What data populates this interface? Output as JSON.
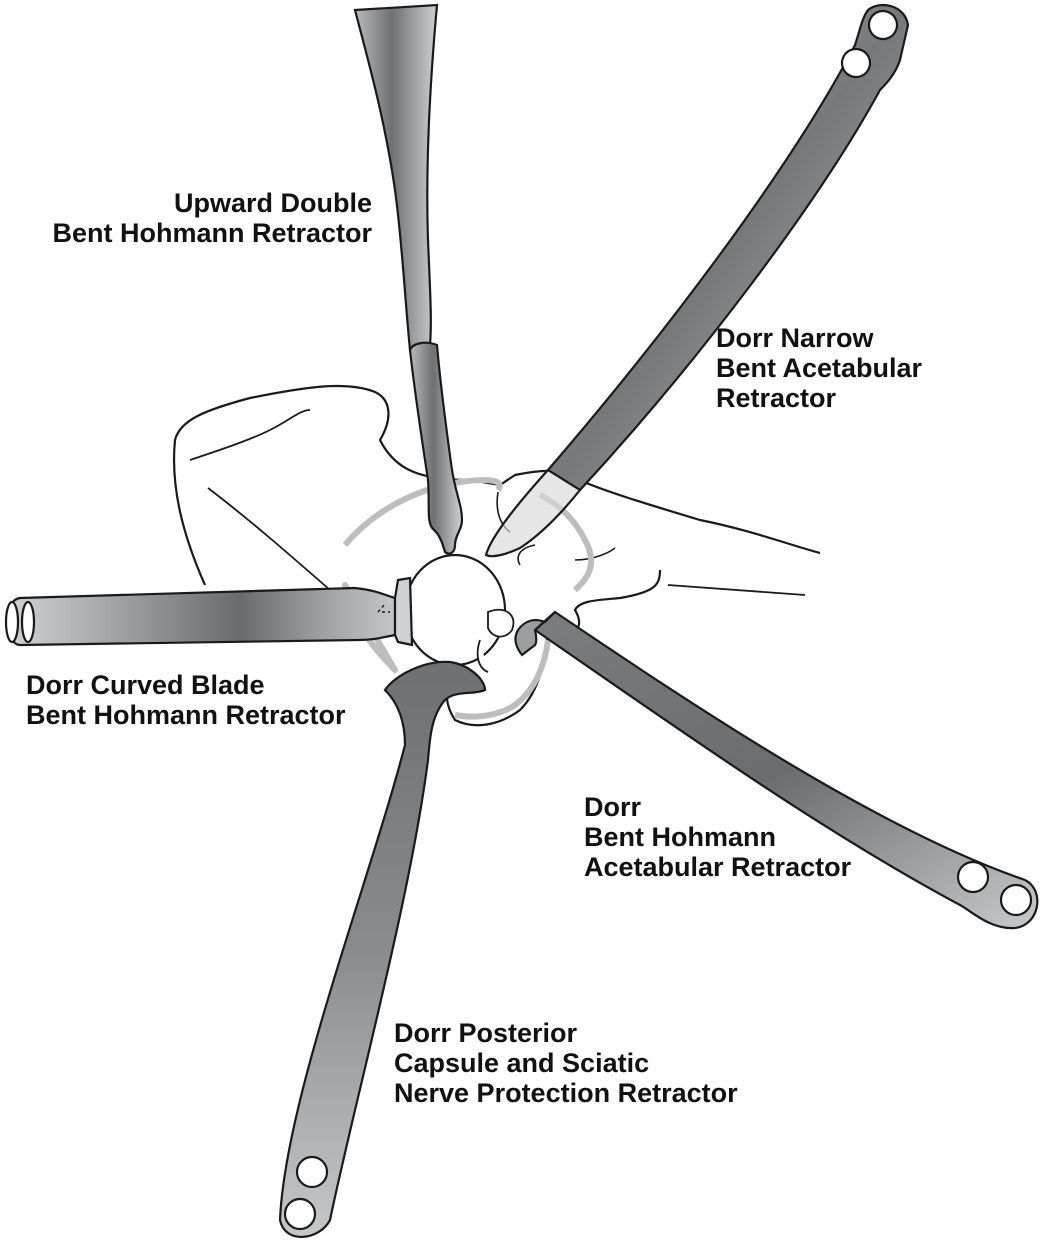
{
  "colors": {
    "outline": "#1a1a1a",
    "metal_dark": "#6e6f72",
    "metal_light": "#c8c9cb",
    "capsule": "#bdbdbd",
    "translucent_blade": "#d9d9d9"
  },
  "labels": {
    "upward_double": [
      "Upward Double",
      "Bent Hohmann Retractor"
    ],
    "dorr_narrow": [
      "Dorr Narrow",
      "Bent Acetabular",
      "Retractor"
    ],
    "dorr_curved": [
      "Dorr Curved Blade",
      "Bent Hohmann Retractor"
    ],
    "dorr_hohmann": [
      "Dorr",
      "Bent Hohmann",
      "Acetabular Retractor"
    ],
    "dorr_posterior": [
      "Dorr Posterior",
      "Capsule and Sciatic",
      "Nerve Protection Retractor"
    ]
  }
}
